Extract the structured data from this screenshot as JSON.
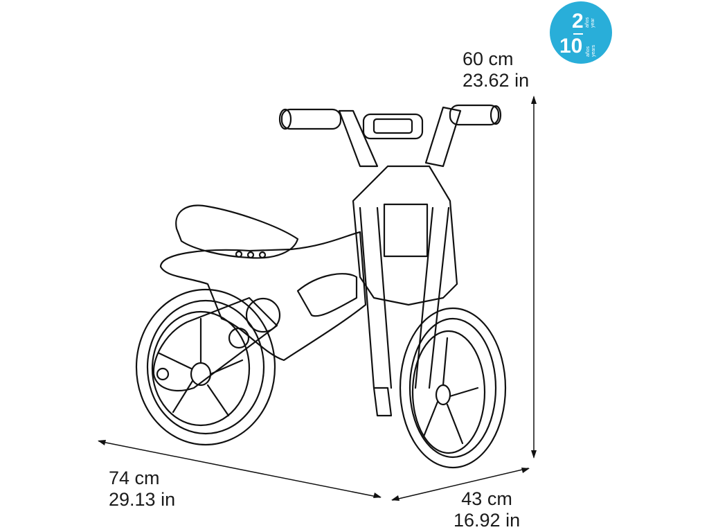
{
  "dimensions": {
    "height": {
      "metric": "60 cm",
      "imperial": "23.62 in"
    },
    "length": {
      "metric": "74 cm",
      "imperial": "29.13 in"
    },
    "width": {
      "metric": "43 cm",
      "imperial": "16.92 in"
    }
  },
  "age_badge": {
    "min_age": "2",
    "max_age": "10",
    "unit_es": "años",
    "unit_en": "year",
    "unit_en_plural": "years",
    "color": "#29aed9"
  }
}
